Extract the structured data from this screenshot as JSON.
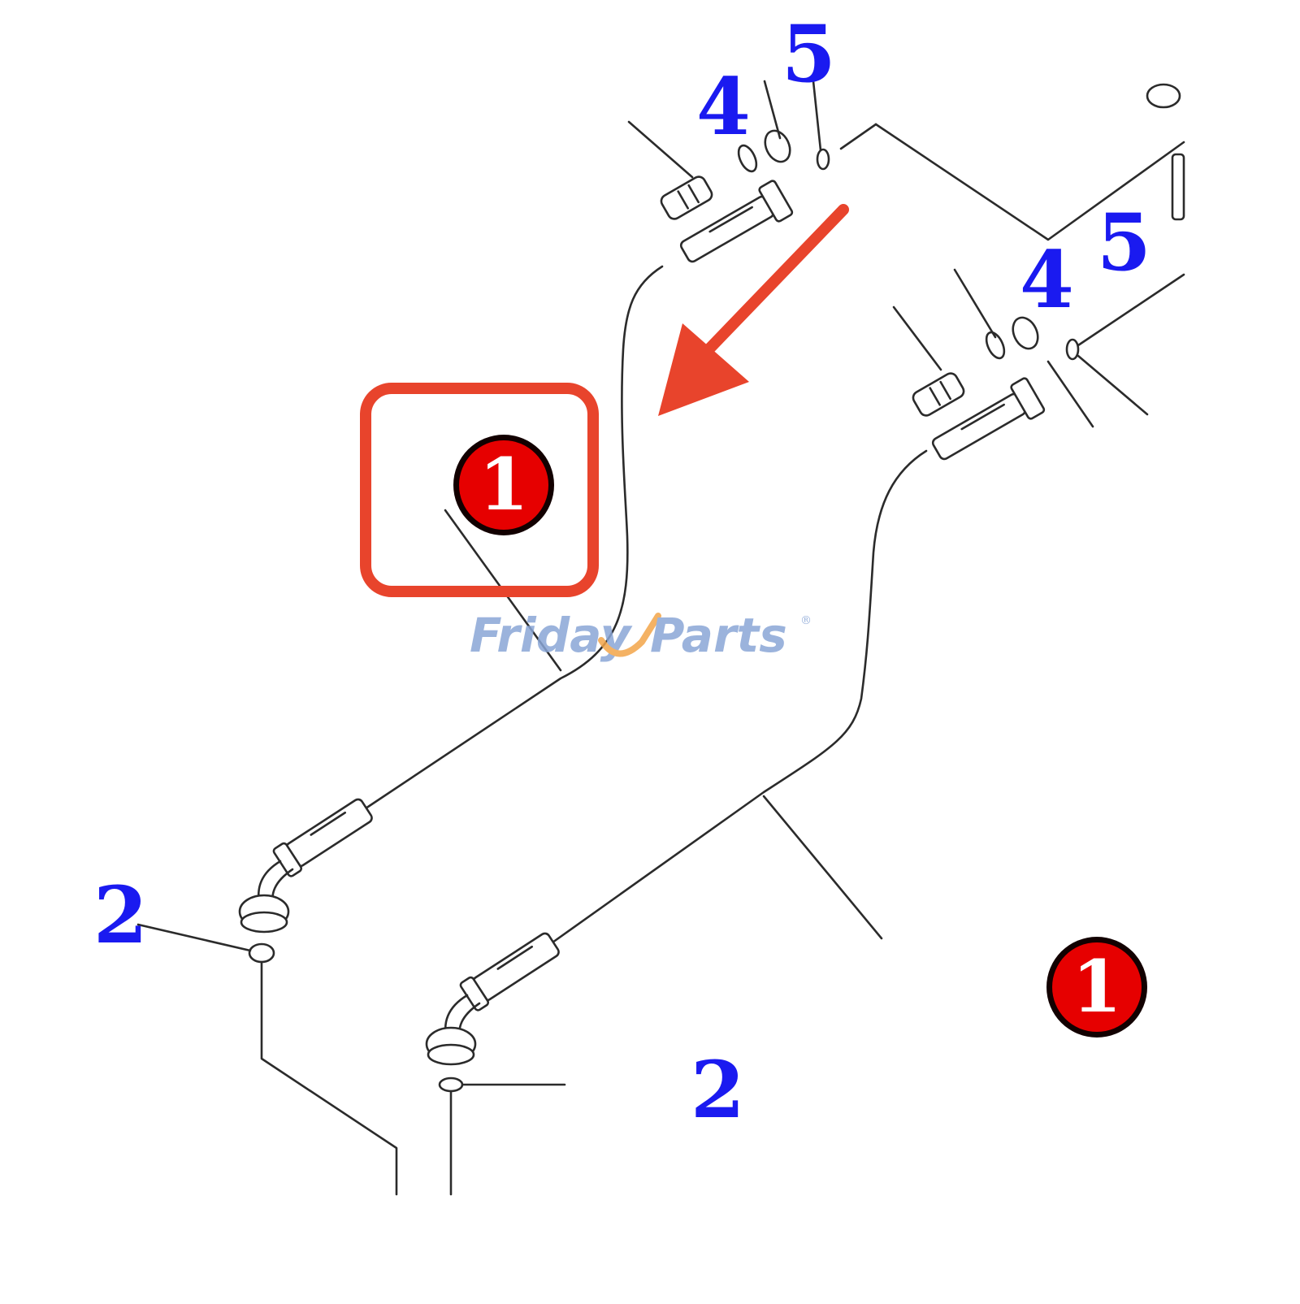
{
  "diagram": {
    "part_labels": [
      "4",
      "5",
      "4",
      "5",
      "2",
      "2"
    ],
    "callout_badges": [
      "1",
      "1"
    ],
    "watermark": {
      "text_left": "Friday",
      "text_right": "Parts",
      "registered_mark": "®"
    }
  },
  "colors": {
    "label_blue": "#1a1af0",
    "badge_red": "#e60000",
    "highlight_red": "#e8442c",
    "line": "#2b2b2b",
    "watermark_blue": "#8aa6d6",
    "watermark_orange": "#f3a54a"
  },
  "icons": {
    "highlight_box": "rounded-square-outline",
    "pointer": "red-arrow",
    "badge": "numbered-circle"
  }
}
